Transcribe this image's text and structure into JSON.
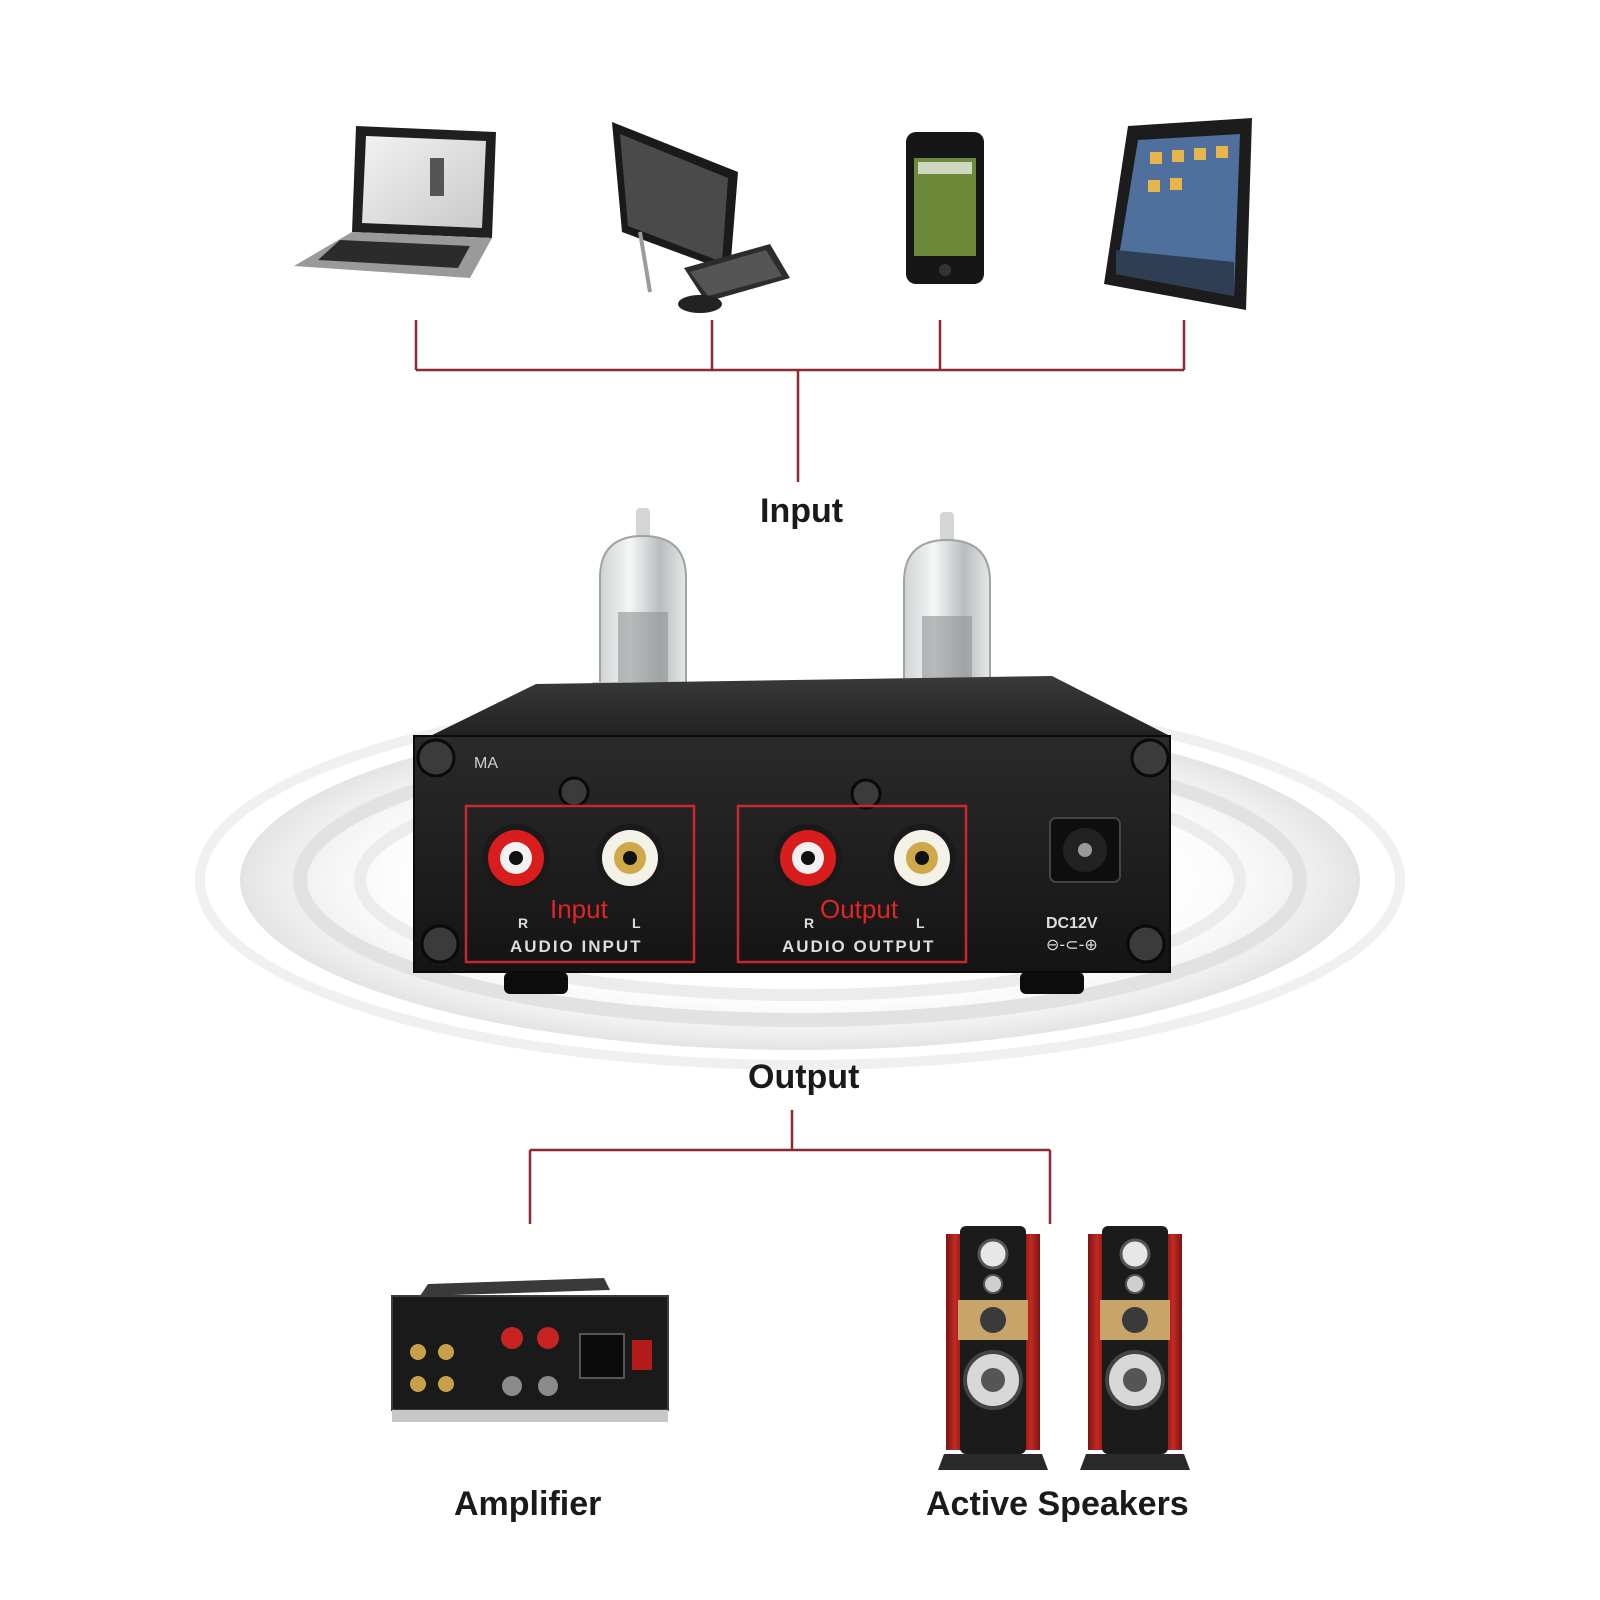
{
  "colors": {
    "connector": "#8b2a33",
    "panel_highlight": "#c8272f",
    "device_body": "#1c1c1c",
    "speaker_wood": "#a81f1f"
  },
  "flow": {
    "input_label": "Input",
    "output_label": "Output"
  },
  "sources": [
    "laptop-icon",
    "all-in-one-pc-icon",
    "smartphone-icon",
    "tablet-icon"
  ],
  "preamp": {
    "brand_mark": "MA",
    "input_panel": {
      "title": "Input",
      "right": "R",
      "left": "L",
      "caption": "AUDIO INPUT"
    },
    "output_panel": {
      "title": "Output",
      "right": "R",
      "left": "L",
      "caption": "AUDIO OUTPUT"
    },
    "power": {
      "label": "DC12V",
      "polarity": "⊖-⊂-⊕"
    }
  },
  "destinations": [
    {
      "icon": "amplifier-icon",
      "label": "Amplifier"
    },
    {
      "icon": "speakers-icon",
      "label": "Active Speakers"
    }
  ]
}
